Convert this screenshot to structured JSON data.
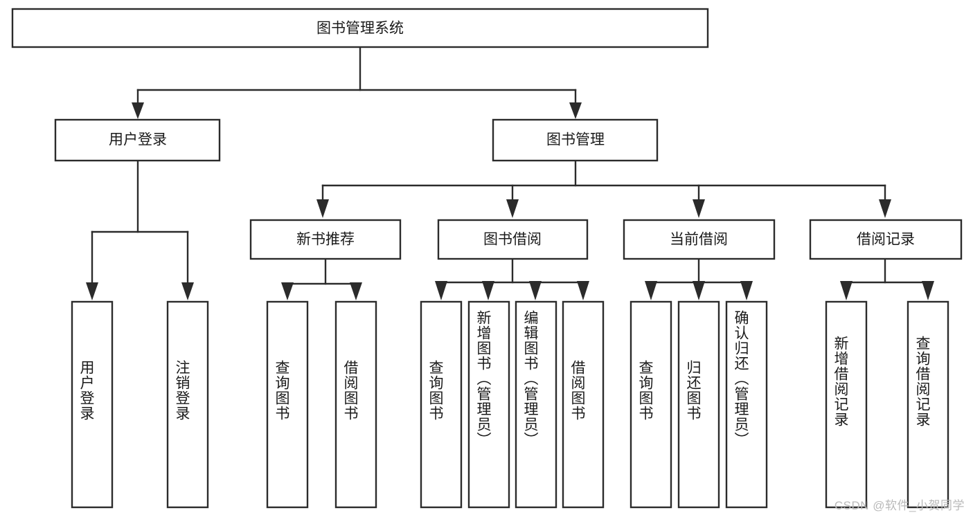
{
  "diagram": {
    "title": "图书管理系统",
    "type": "tree-hierarchy",
    "orientation": "top-down",
    "watermark": "CSDN @软件_小贺同学",
    "colors": {
      "box_stroke": "#2b2b2b",
      "box_fill": "#ffffff",
      "connector": "#2b2b2b",
      "text": "#1a1a1a",
      "watermark": "#b9b9b9"
    },
    "levels": {
      "root": {
        "label": "图书管理系统"
      },
      "level2": [
        {
          "label": "用户登录"
        },
        {
          "label": "图书管理"
        }
      ],
      "level3": [
        {
          "label": "新书推荐"
        },
        {
          "label": "图书借阅"
        },
        {
          "label": "当前借阅"
        },
        {
          "label": "借阅记录"
        }
      ],
      "leaves": [
        {
          "label": "用户登录",
          "parent": "用户登录"
        },
        {
          "label": "注销登录",
          "parent": "用户登录"
        },
        {
          "label": "查询图书",
          "parent": "新书推荐"
        },
        {
          "label": "借阅图书",
          "parent": "新书推荐"
        },
        {
          "label": "查询图书",
          "parent": "图书借阅"
        },
        {
          "label": "新增图书（管理员）",
          "parent": "图书借阅"
        },
        {
          "label": "编辑图书（管理员）",
          "parent": "图书借阅"
        },
        {
          "label": "借阅图书",
          "parent": "图书借阅"
        },
        {
          "label": "查询图书",
          "parent": "当前借阅"
        },
        {
          "label": "归还图书",
          "parent": "当前借阅"
        },
        {
          "label": "确认归还（管理员）",
          "parent": "当前借阅"
        },
        {
          "label": "新增借阅记录",
          "parent": "借阅记录"
        },
        {
          "label": "查询借阅记录",
          "parent": "借阅记录"
        }
      ]
    }
  }
}
